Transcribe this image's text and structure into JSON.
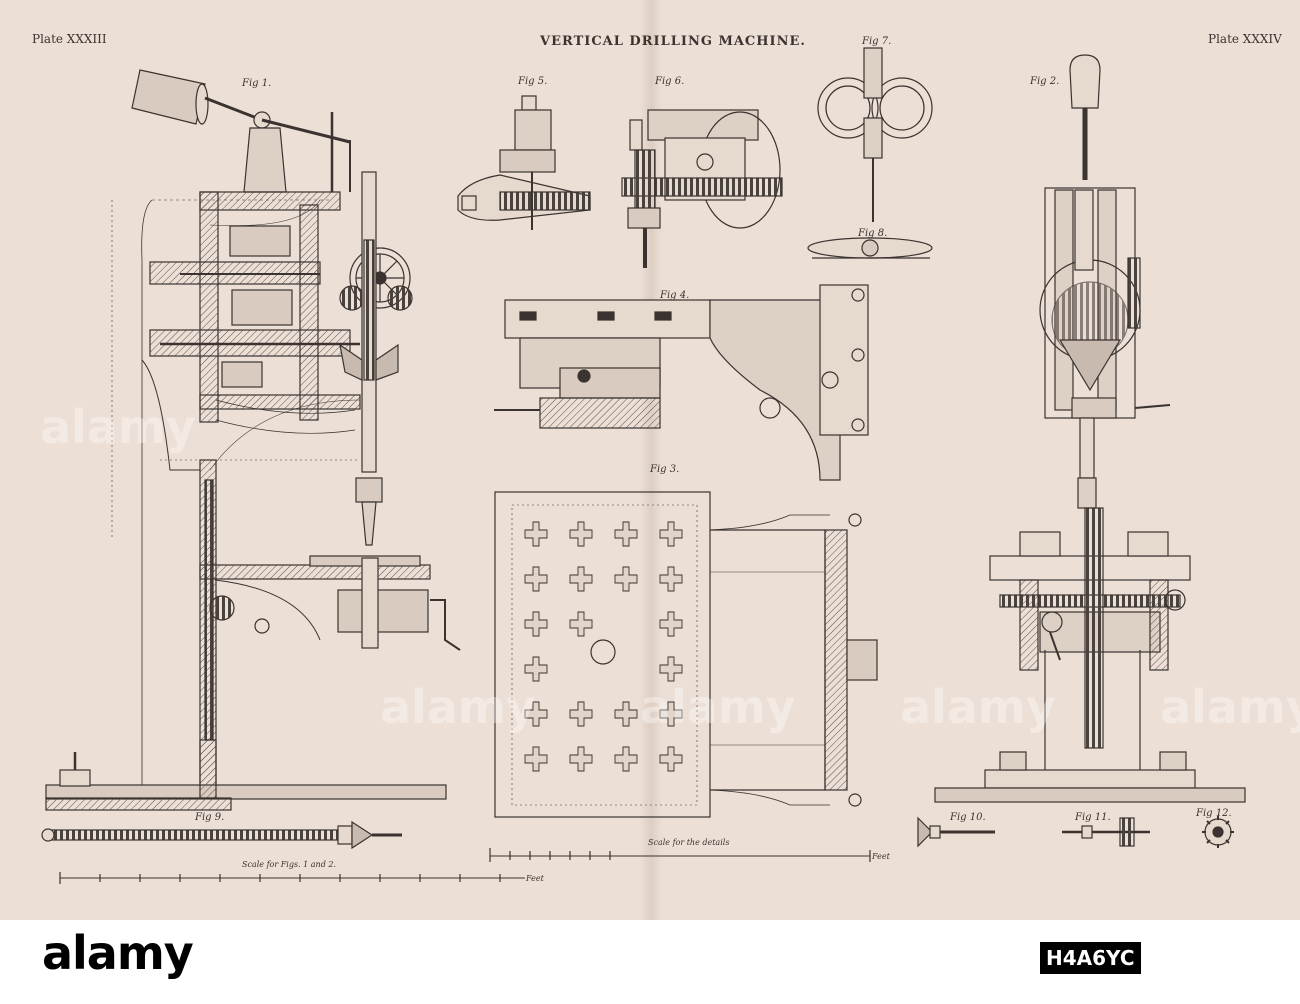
{
  "plate": {
    "title": "VERTICAL DRILLING MACHINE.",
    "plate_left": "Plate XXXIII",
    "plate_right": "Plate XXXIV",
    "paper_color": "#ecdfd5",
    "ink_color": "#3a3330"
  },
  "figures": [
    {
      "id": "fig1",
      "label": "Fig 1."
    },
    {
      "id": "fig2",
      "label": "Fig 2."
    },
    {
      "id": "fig3",
      "label": "Fig 3."
    },
    {
      "id": "fig4",
      "label": "Fig 4."
    },
    {
      "id": "fig5",
      "label": "Fig 5."
    },
    {
      "id": "fig6",
      "label": "Fig 6."
    },
    {
      "id": "fig7",
      "label": "Fig 7."
    },
    {
      "id": "fig8",
      "label": "Fig 8."
    },
    {
      "id": "fig9",
      "label": "Fig 9."
    },
    {
      "id": "fig10",
      "label": "Fig 10."
    },
    {
      "id": "fig11",
      "label": "Fig 11."
    },
    {
      "id": "fig12",
      "label": "Fig 12."
    }
  ],
  "scales": {
    "figs_1_2": "Scale for Figs. 1 and 2.",
    "details": "Scale for the details",
    "unit_a": "Feet",
    "unit_b": "Feet"
  },
  "watermark": "alamy",
  "footer": {
    "brand": "alamy",
    "image_id": "H4A6YC"
  }
}
